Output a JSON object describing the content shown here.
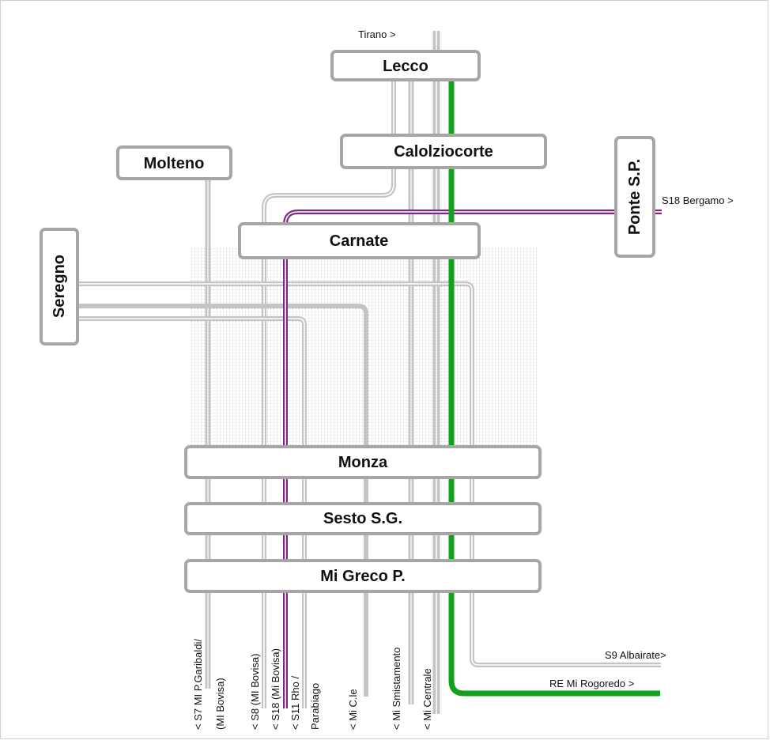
{
  "stations": {
    "lecco": "Lecco",
    "calolziocorte": "Calolziocorte",
    "molteno": "Molteno",
    "carnate": "Carnate",
    "ponte_sp": "Ponte S.P.",
    "seregno": "Seregno",
    "monza": "Monza",
    "sesto": "Sesto S.G.",
    "mi_greco": "Mi Greco P."
  },
  "labels": {
    "tirano": "Tirano >",
    "s18_bergamo": "S18 Bergamo >",
    "s9_albairate": "S9 Albairate>",
    "re_rogoredo": "RE Mi Rogoredo >",
    "s7_line1": "< S7 MI P.Garibaldi/",
    "s7_line2": "(MI Bovisa)",
    "s8": "< S8 (MI Bovisa)",
    "s18": "< S18 (Mi Bovisa)",
    "s11_line1": "< S11 Rho /",
    "s11_line2": "Parabiago",
    "mi_cle": "< Mi C.le",
    "mi_smistamento": "< Mi Smistamento",
    "mi_centrale": "< Mi Centrale"
  },
  "colors": {
    "track": "#c4c4c4",
    "track_dark": "#a9a9a9",
    "re_line": "#11a11a",
    "s18_line": "#7b2a7f",
    "station_border": "#a6a6a6",
    "stipple": "#bdbdbd"
  }
}
